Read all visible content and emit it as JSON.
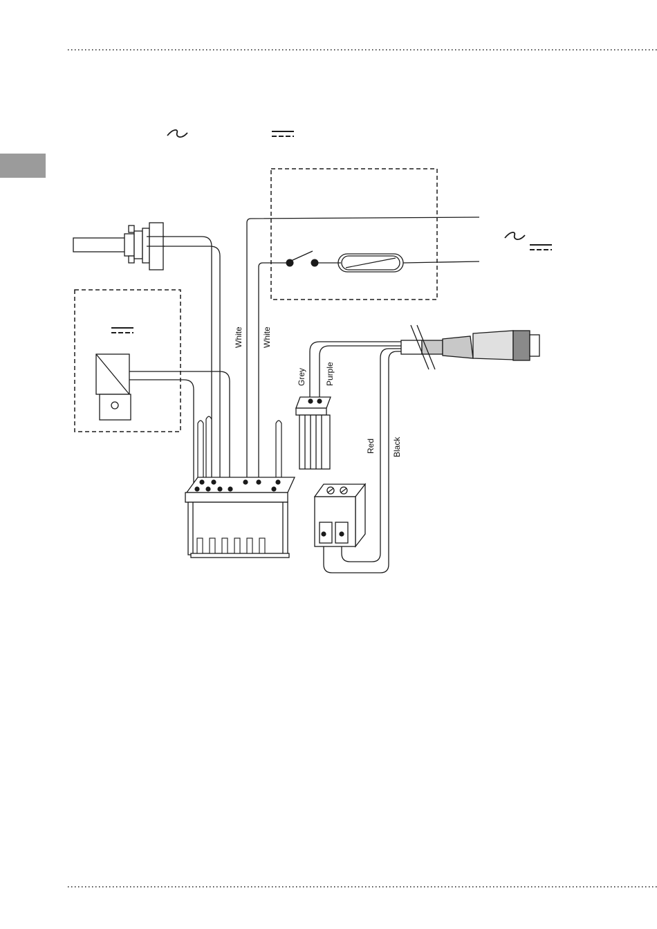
{
  "colors": {
    "ink": "#1a1a1a",
    "tab": "#9b9b9b",
    "cable_shade": "#c8c8c8",
    "plug_shade": "#8a8a8a"
  },
  "symbols": {
    "header_ac": "ac-tilde-icon",
    "header_dc": "dc-line-icon",
    "output_ac": "ac-tilde-icon",
    "output_dc": "dc-line-icon",
    "sensor_dc": "dc-line-icon"
  },
  "wires": {
    "white_1": "White",
    "white_2": "White",
    "grey": "Grey",
    "purple": "Purple",
    "red": "Red",
    "black": "Black"
  }
}
